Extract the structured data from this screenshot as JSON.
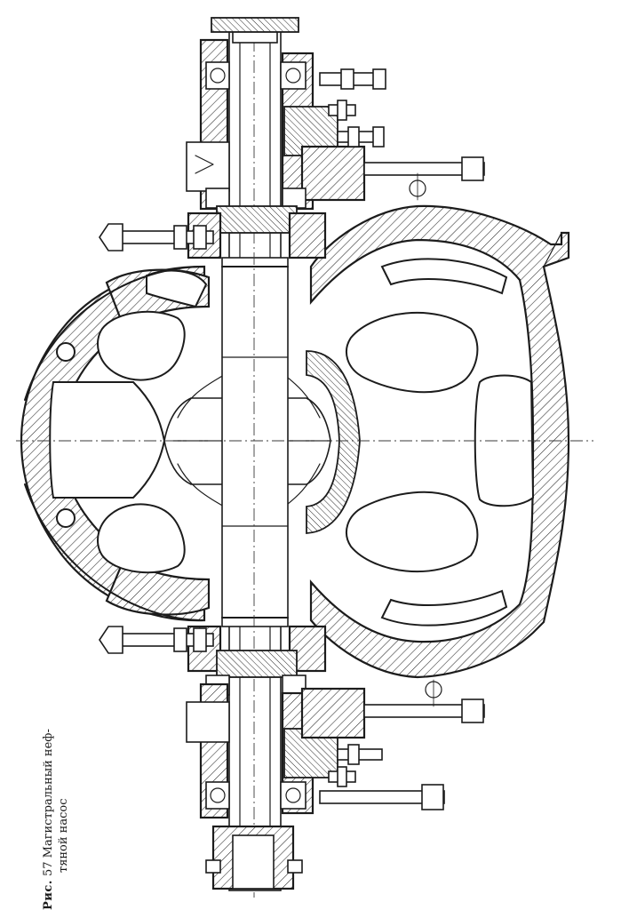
{
  "caption": {
    "prefix": "Рис.",
    "number": "57",
    "line1": "Магистральный неф-",
    "line2": "тяной насос"
  }
}
